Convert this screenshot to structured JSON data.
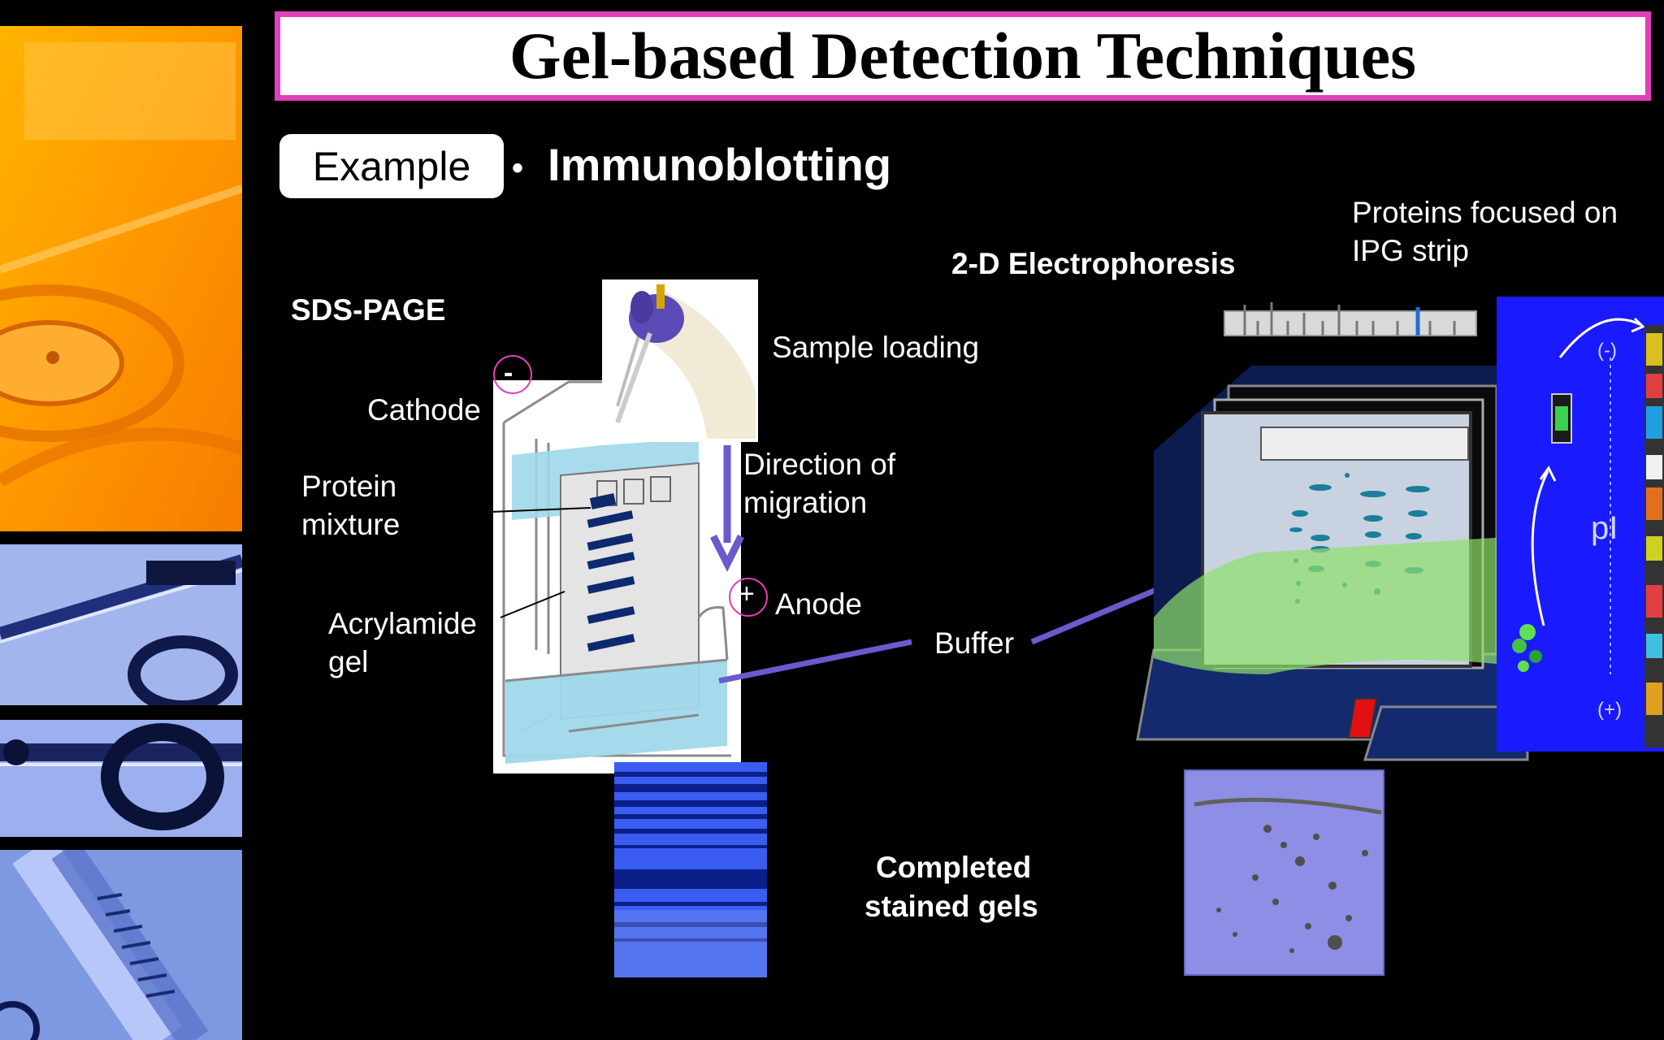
{
  "slide": {
    "title": "Gel-based Detection Techniques",
    "example_badge": "Example",
    "bullet_text": "Immunoblotting"
  },
  "sds_page": {
    "heading": "SDS-PAGE",
    "labels": {
      "sample_loading": "Sample loading",
      "cathode": "Cathode",
      "cathode_sign": "-",
      "protein_mixture_line1": "Protein",
      "protein_mixture_line2": "mixture",
      "direction_line1": "Direction of",
      "direction_line2": "migration",
      "anode": "Anode",
      "anode_sign": "+",
      "acrylamide_line1": "Acrylamide",
      "acrylamide_line2": "gel"
    }
  },
  "shared": {
    "buffer": "Buffer",
    "completed_line1": "Completed",
    "completed_line2": "stained gels"
  },
  "two_d": {
    "heading": "2-D Electrophoresis",
    "ipg_line1": "Proteins focused on",
    "ipg_line2": "IPG strip",
    "panel_minus": "(-)",
    "panel_plus": "(+)",
    "panel_pi": "pI"
  },
  "colors": {
    "title_border": "#e040b8",
    "arrow_purple": "#6a5acd",
    "gel_band": "#0d2a6e",
    "buffer_blue": "#9fd8ea",
    "ief_panel": "#1a1aff"
  }
}
